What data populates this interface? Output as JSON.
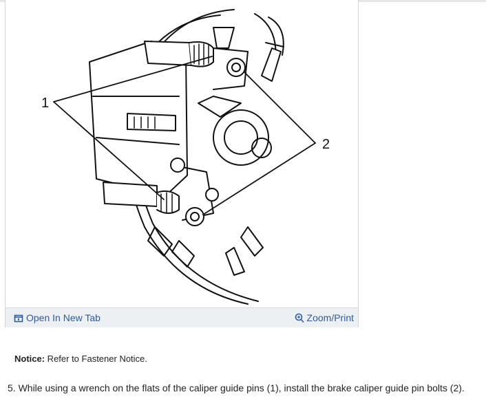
{
  "figure": {
    "callout_1": "1",
    "callout_2": "2",
    "open_new_tab_label": "Open In New Tab",
    "zoom_print_label": "Zoom/Print",
    "open_icon": "open-new-tab-icon",
    "zoom_icon": "magnifier-zoom-icon"
  },
  "notice": {
    "label": "Notice:",
    "text": " Refer to Fastener Notice."
  },
  "step": {
    "text": "5. While using a wrench on the flats of the caliper guide pins (1), install the brake caliper guide pin bolts (2)."
  },
  "colors": {
    "link": "#2d5a9c",
    "toolbar_bg": "#edf0f3",
    "line_art": "#111111"
  }
}
